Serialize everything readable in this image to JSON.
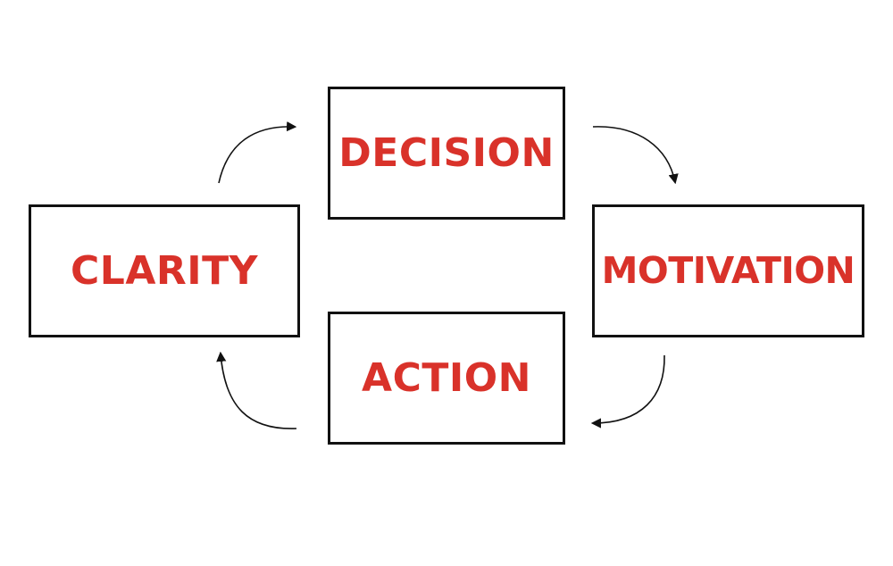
{
  "boxes": {
    "decision": {
      "label": "DECISION"
    },
    "clarity": {
      "label": "CLARITY"
    },
    "motivation": {
      "label": "MOTIVATION"
    },
    "action": {
      "label": "ACTION"
    }
  },
  "colors": {
    "label": "#d9322a",
    "border": "#111111",
    "arrow": "#111111",
    "background": "#ffffff"
  },
  "flow": [
    {
      "from": "clarity",
      "to": "decision"
    },
    {
      "from": "decision",
      "to": "motivation"
    },
    {
      "from": "motivation",
      "to": "action"
    },
    {
      "from": "action",
      "to": "clarity"
    }
  ]
}
